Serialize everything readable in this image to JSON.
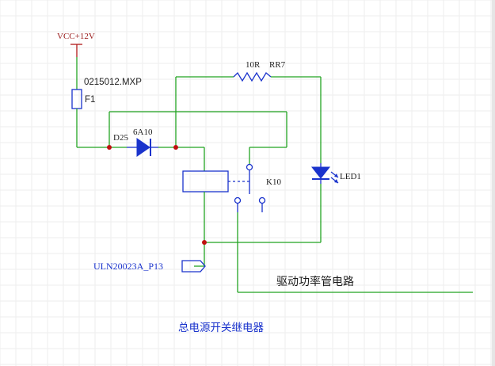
{
  "schematic": {
    "power_label": "VCC+12V",
    "fuse": {
      "part_number": "0215012.MXP",
      "designator": "F1"
    },
    "diode": {
      "designator": "D25",
      "value": "6A10"
    },
    "resistor": {
      "value": "10R",
      "designator": "RR7"
    },
    "relay": {
      "designator": "K10"
    },
    "led": {
      "designator": "LED1"
    },
    "net_port": "ULN20023A_P13",
    "drive_net_label": "驱动功率管电路",
    "caption": "总电源开关继电器"
  },
  "colors": {
    "wire": "#22a322",
    "component": "#1a33cc",
    "power": "#b01818",
    "junction": "#c01010",
    "grid": "#eeeeee"
  }
}
